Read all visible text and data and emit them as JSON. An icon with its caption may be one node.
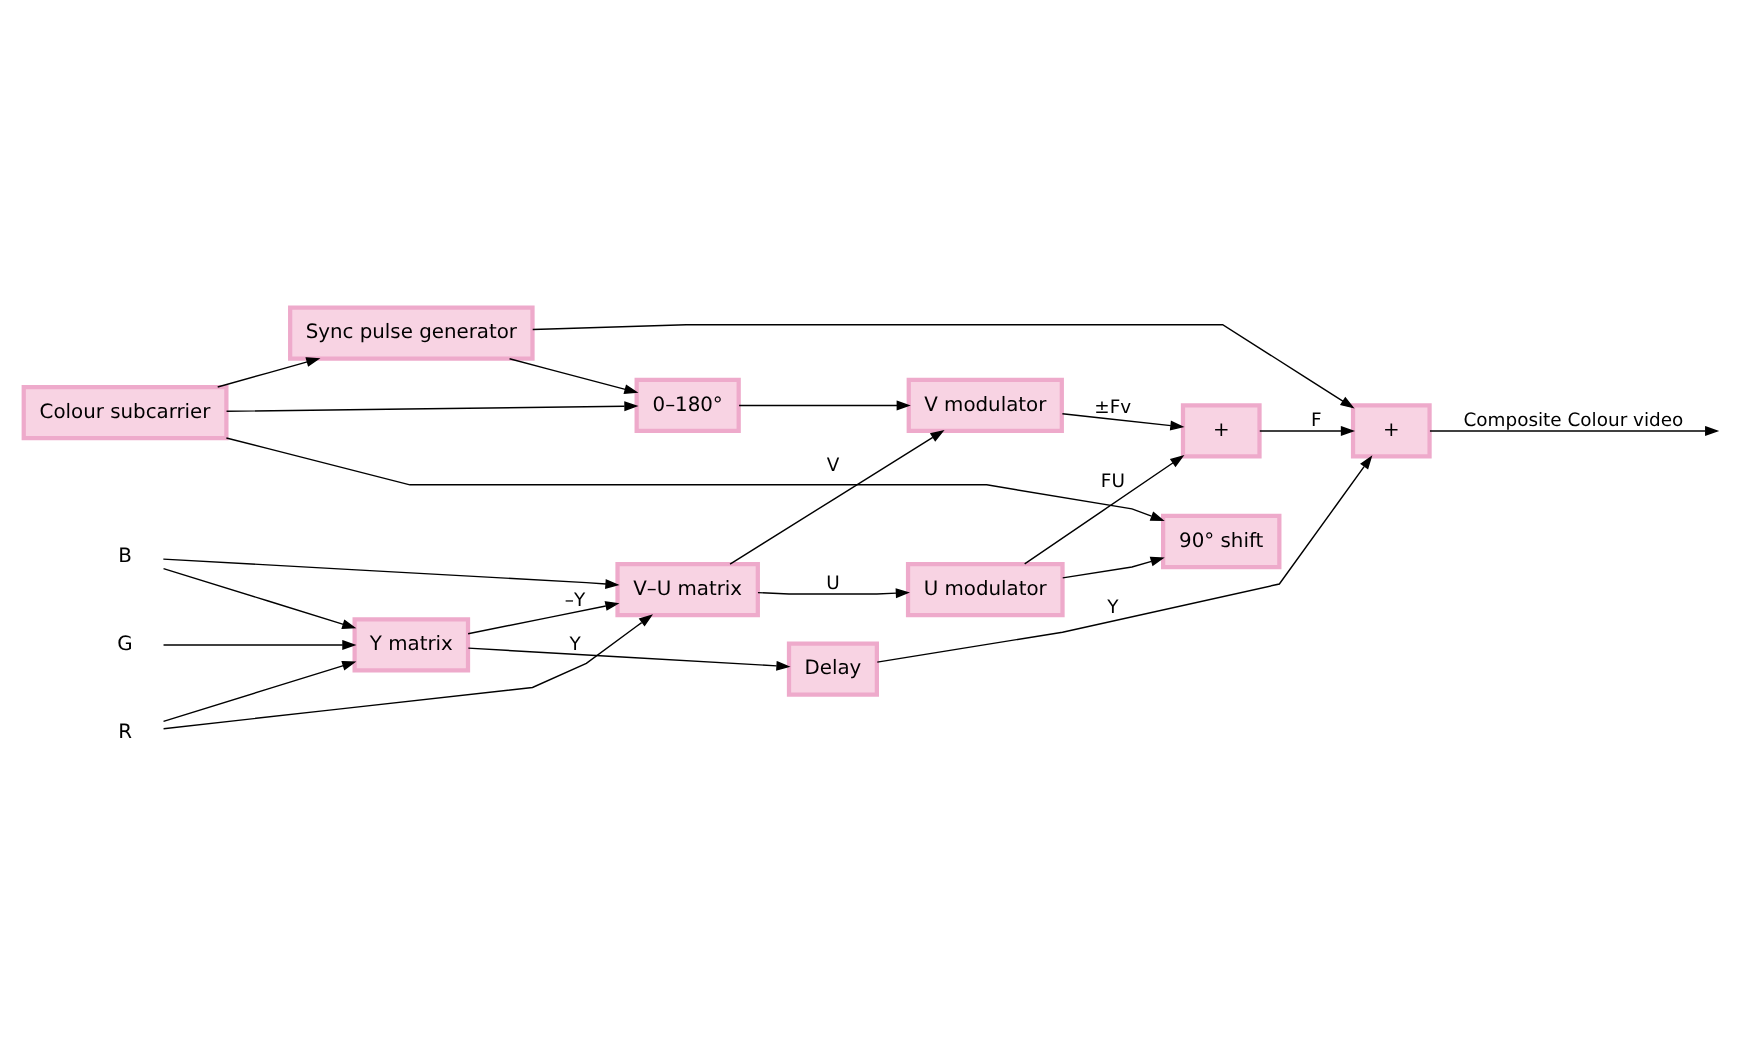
{
  "diagram": {
    "nodes": [
      {
        "text": [
          "R"
        ]
      },
      {
        "text": [
          "G"
        ]
      },
      {
        "text": [
          "B"
        ]
      },
      {
        "text": [
          "Y matrix"
        ]
      },
      {
        "text": [
          "Delay"
        ]
      },
      {
        "text": [
          "V–U matrix"
        ]
      },
      {
        "text": [
          "U modulator"
        ]
      },
      {
        "text": [
          "90° shift"
        ]
      },
      {
        "text": [
          "Colour subcarrier"
        ]
      },
      {
        "text": [
          "0–180°"
        ]
      },
      {
        "text": [
          "Sync pulse generator"
        ]
      },
      {
        "text": [
          "V modulator"
        ]
      },
      {
        "text": [
          "+"
        ]
      },
      {
        "text": [
          "+"
        ]
      }
    ],
    "edges": [
      {
        "from": 0,
        "to": 3,
        "arrow": "to"
      },
      {
        "from": 1,
        "to": 3,
        "arrow": "to"
      },
      {
        "from": 2,
        "to": 3,
        "arrow": "to"
      },
      {
        "from": 0,
        "to": 5,
        "arrow": "to"
      },
      {
        "from": 2,
        "to": 5,
        "arrow": "to"
      },
      {
        "from": 3,
        "to": 4,
        "label": "Y",
        "arrow": "to"
      },
      {
        "from": 3,
        "to": 5,
        "label": "–Y",
        "arrow": "to"
      },
      {
        "from": 4,
        "to": 13,
        "label": "Y",
        "arrow": "to"
      },
      {
        "from": 5,
        "to": 6,
        "label": "U",
        "arrow": "to"
      },
      {
        "from": 5,
        "to": 11,
        "label": "V",
        "arrow": "to"
      },
      {
        "from": 6,
        "to": 7,
        "arrow": "to"
      },
      {
        "from": 6,
        "to": 12,
        "label": "FU",
        "arrow": "to"
      },
      {
        "from": 8,
        "to": 7,
        "arrow": "to"
      },
      {
        "from": 8,
        "to": 9,
        "arrow": "to"
      },
      {
        "from": 8,
        "to": 10,
        "arrow": "to"
      },
      {
        "from": 10,
        "to": 9,
        "arrow": "to"
      },
      {
        "from": 9,
        "to": 11,
        "arrow": "to"
      },
      {
        "from": 11,
        "to": 12,
        "label": "±Fv",
        "arrow": "to"
      },
      {
        "from": 12,
        "to": 13,
        "label": "F",
        "arrow": "to"
      },
      {
        "from": 10,
        "to": 13,
        "arrow": "to"
      },
      {
        "from": 13,
        "to": null,
        "label": "Composite Colour video",
        "arrow": "to"
      }
    ]
  }
}
